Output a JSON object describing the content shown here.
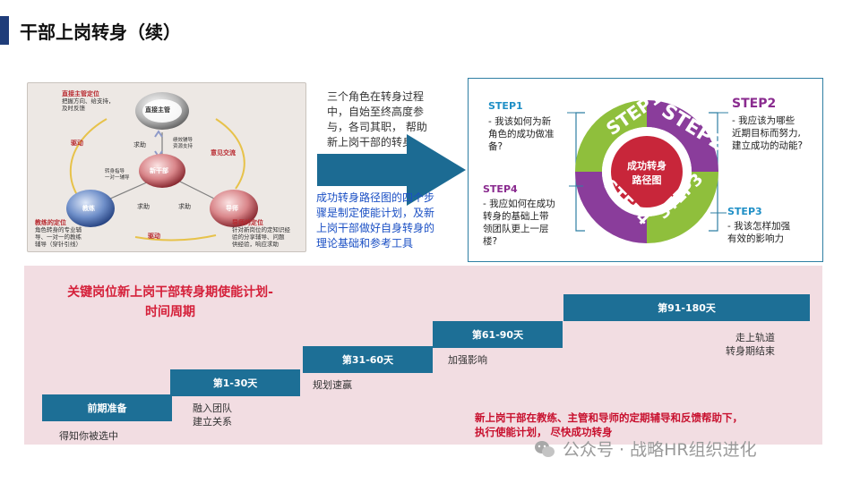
{
  "page": {
    "title": "干部上岗转身（续）"
  },
  "diagram": {
    "nodes": {
      "supervisor": "直接主管",
      "new_cadre": "新干部",
      "coach": "教练",
      "mentor": "导师"
    },
    "supervisor_role": {
      "title": "直接主管定位",
      "lines": [
        "把握方向、给支持，",
        "及时反馈"
      ]
    },
    "coach_role": {
      "title": "教练的定位",
      "lines": [
        "角色转身的专业辅",
        "导、一对一的教练",
        "辅导（穿针引线）"
      ]
    },
    "mentor_role": {
      "title": "导师的定位",
      "lines": [
        "针对新岗位的定知识经",
        "验的分享辅导、问题",
        "供经验，响应求助"
      ]
    },
    "edge_labels": {
      "drive_left": "驱动",
      "drive_bottom": "驱动",
      "exchange": "意见交流"
    },
    "help_labels": [
      "求助",
      "求助",
      "求助"
    ],
    "mini_labels": {
      "top": [
        "绩效辅导",
        "资源支持"
      ],
      "left": [
        "转身指导",
        "一对一辅导"
      ]
    }
  },
  "connector": {
    "top_text": [
      "三个角色在转身过程",
      "中，自始至终高度参",
      "与，各司其职，  帮助",
      "新上岗干部的转身"
    ],
    "bottom_text": [
      "成功转身路径图的四个步",
      "骤是制定使能计划，及新",
      "上岗干部做好自身转身的",
      "理论基础和参考工具"
    ]
  },
  "steps": {
    "center": [
      "成功转身",
      "路径图"
    ],
    "ring_labels": [
      "STEP1",
      "STEP2",
      "STEP3",
      "STEP4"
    ],
    "step1": {
      "label": "STEP1",
      "lines": [
        "- 我该如何为新",
        "角色的成功做准",
        "备?"
      ]
    },
    "step2": {
      "label": "STEP2",
      "lines": [
        "- 我应该为哪些",
        "近期目标而努力,",
        "建立成功的动能?"
      ]
    },
    "step3": {
      "label": "STEP3",
      "lines": [
        "- 我该怎样加强",
        "有效的影响力"
      ]
    },
    "step4": {
      "label": "STEP4",
      "lines": [
        "- 我应如何在成功",
        "转身的基础上带",
        "领团队更上一层",
        "楼?"
      ]
    },
    "colors": {
      "step1": "#8fbf3c",
      "step2": "#8a3d9b",
      "step3": "#8fbf3c",
      "step4": "#8a3d9b",
      "frame": "#2f7fa3"
    }
  },
  "timeline": {
    "title": [
      "关键岗位新上岗干部转身期使能计划-",
      "时间周期"
    ],
    "stages": [
      {
        "label": "前期准备",
        "notes": [
          "得知你被选中"
        ]
      },
      {
        "label": "第1-30天",
        "notes": [
          "融入团队",
          "建立关系"
        ]
      },
      {
        "label": "第31-60天",
        "notes": [
          "规划速赢"
        ]
      },
      {
        "label": "第61-90天",
        "notes": [
          "加强影响"
        ]
      },
      {
        "label": "第91-180天",
        "notes": [
          "走上轨道",
          "转身期结束"
        ]
      }
    ],
    "summary": [
      "新上岗干部在教练、主管和导师的定期辅导和反馈帮助下，",
      "执行使能计划，   尽快成功转身"
    ]
  },
  "watermark": {
    "text": "公众号 · 战略HR组织进化"
  }
}
